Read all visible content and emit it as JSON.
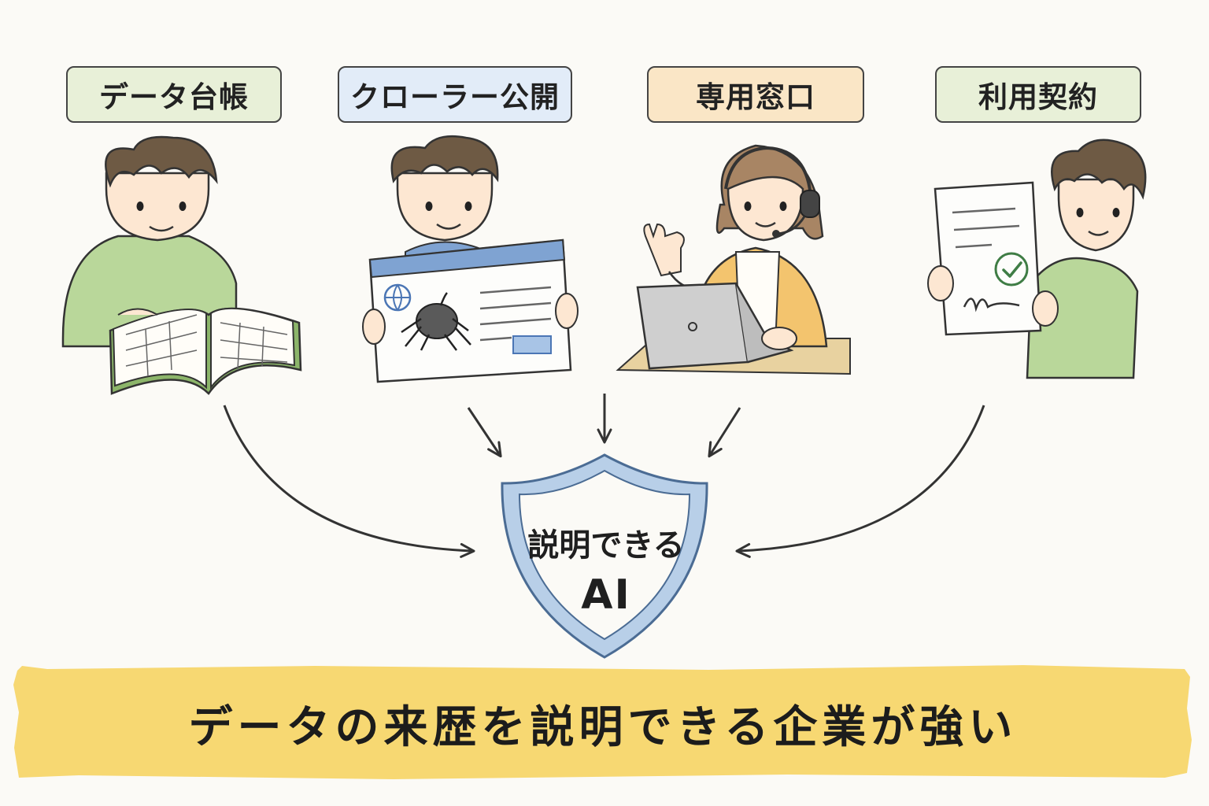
{
  "labels": [
    {
      "text": "データ台帳",
      "color": "#e8f0d8"
    },
    {
      "text": "クローラー公開",
      "color": "#e2ecf8"
    },
    {
      "text": "専用窓口",
      "color": "#fae6c6"
    },
    {
      "text": "利用契約",
      "color": "#e8f0d8"
    }
  ],
  "shield": {
    "line1": "説明できる",
    "line2": "AI",
    "fill": "#b8cfe8"
  },
  "banner": {
    "text": "データの来歴を説明できる企業が強い",
    "color": "#f7d66a"
  },
  "palette": {
    "shirt_green": "#b9d79a",
    "shirt_blue": "#7fa3d2",
    "cardigan_orange": "#f3c46e",
    "hair": "#6e5a44",
    "skin": "#fde7d2"
  }
}
